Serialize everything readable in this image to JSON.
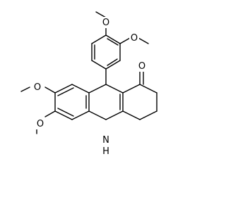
{
  "molecule": {
    "atoms": {
      "o_methoxy_top": "O",
      "o_methoxy_upper_right": "O",
      "o_ketone": "O",
      "o_methoxy_left_upper": "O",
      "o_methoxy_left_lower": "O",
      "n_amine": "N",
      "h_amine": "H"
    },
    "colors": {
      "bond": "#000000",
      "text": "#000000",
      "background": "#ffffff"
    }
  }
}
